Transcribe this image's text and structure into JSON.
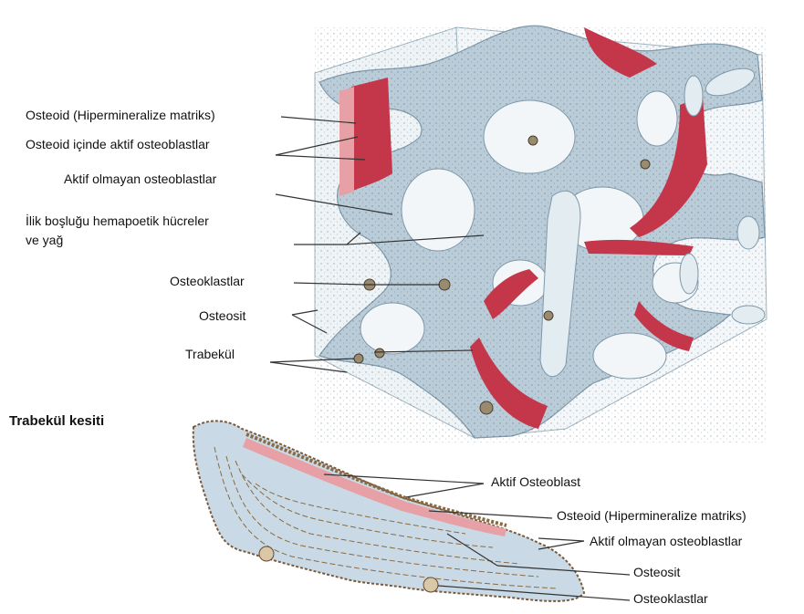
{
  "labels": {
    "osteoid_hyper": "Osteoid (Hipermineralize   matriks)",
    "osteoid_active": "Osteoid içinde aktif osteoblastlar",
    "inactive_osteoblasts": "Aktif olmayan osteoblastlar",
    "marrow_line1": "İlik boşluğu hemapoetik hücreler",
    "marrow_line2": "ve yağ",
    "osteoclasts": "Osteoklastlar",
    "osteocyte": "Osteosit",
    "trabecula": "Trabekül",
    "section_title": "Trabekül kesiti",
    "sec_active_osteoblast": "Aktif  Osteoblast",
    "sec_osteoid": "Osteoid (Hipermineralize   matriks)",
    "sec_inactive": "Aktif olmayan osteoblastlar",
    "sec_osteocyte": "Osteosit",
    "sec_osteoclasts": "Osteoklastlar"
  },
  "colors": {
    "bone": "#b9ccd8",
    "bone_light": "#dbe6ee",
    "bone_dark": "#7f98aa",
    "osteoid": "#e6a0a6",
    "active_layer": "#c4364a",
    "cell": "#9a8a70",
    "line": "#333333"
  }
}
